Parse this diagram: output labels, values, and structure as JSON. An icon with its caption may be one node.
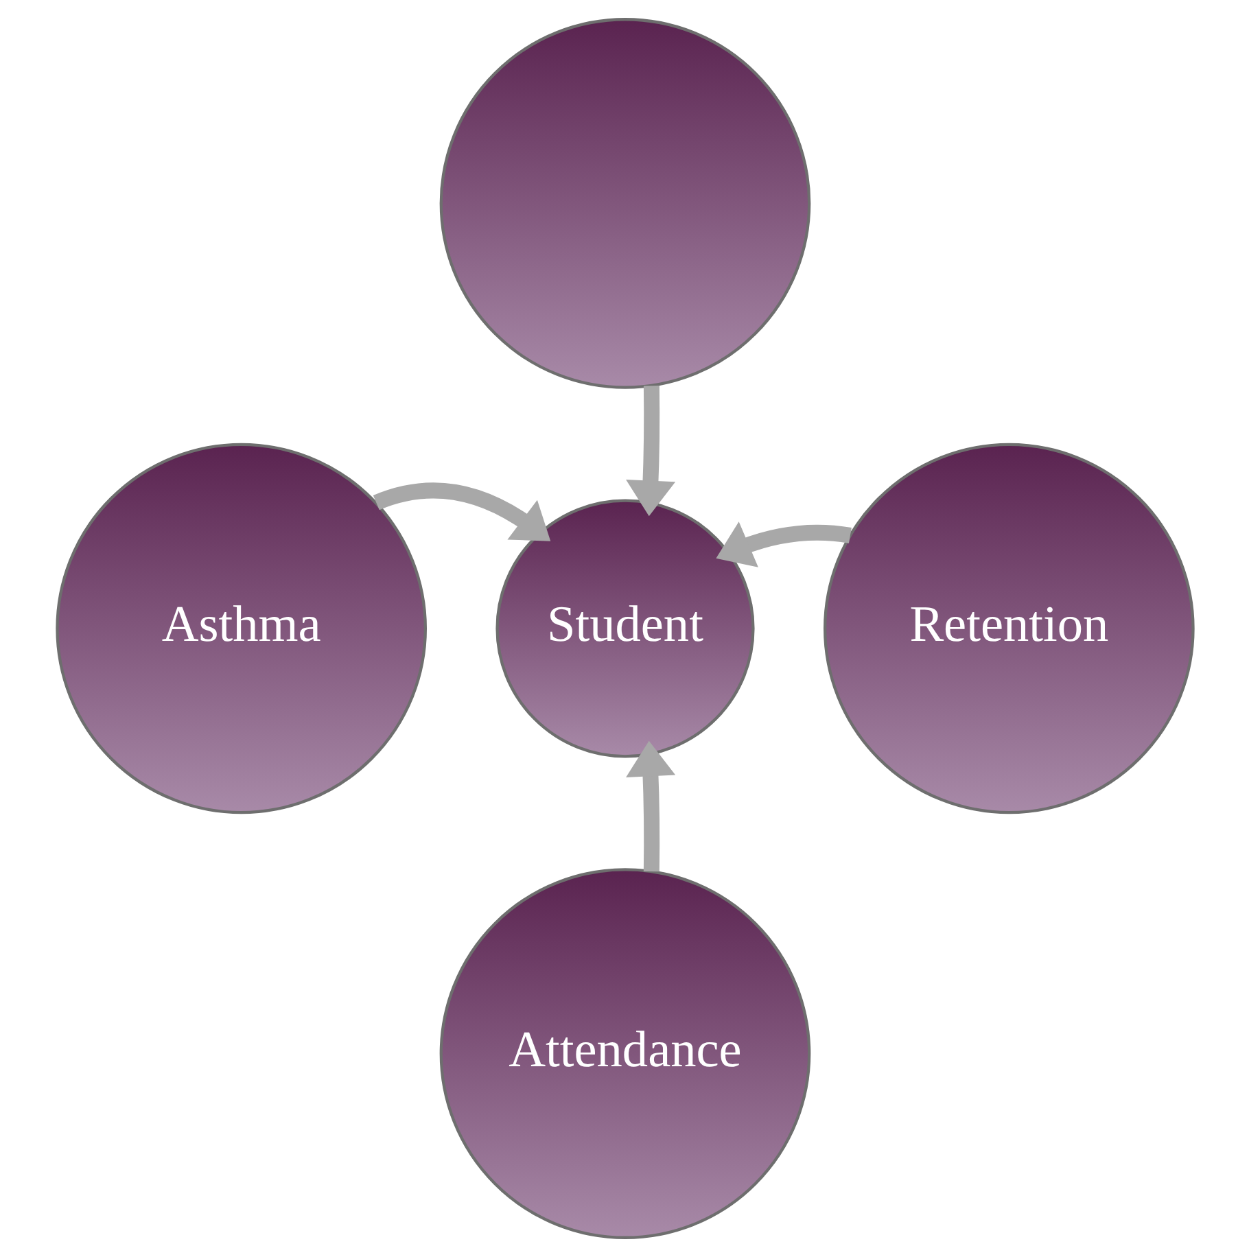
{
  "diagram": {
    "nodes": [
      {
        "text": [],
        "shape": "circle"
      },
      {
        "text": [
          "Asthma"
        ]
      },
      {
        "text": [
          "Student"
        ]
      },
      {
        "text": [
          "Retention"
        ]
      },
      {
        "text": [
          "Attendance"
        ]
      }
    ],
    "edges": [
      {
        "from": 0,
        "to": 2,
        "arrow": "to"
      },
      {
        "from": 1,
        "to": 2,
        "arrow": "to"
      },
      {
        "from": 3,
        "to": 2,
        "arrow": "to"
      },
      {
        "from": 4,
        "to": 2,
        "arrow": "to"
      }
    ]
  }
}
